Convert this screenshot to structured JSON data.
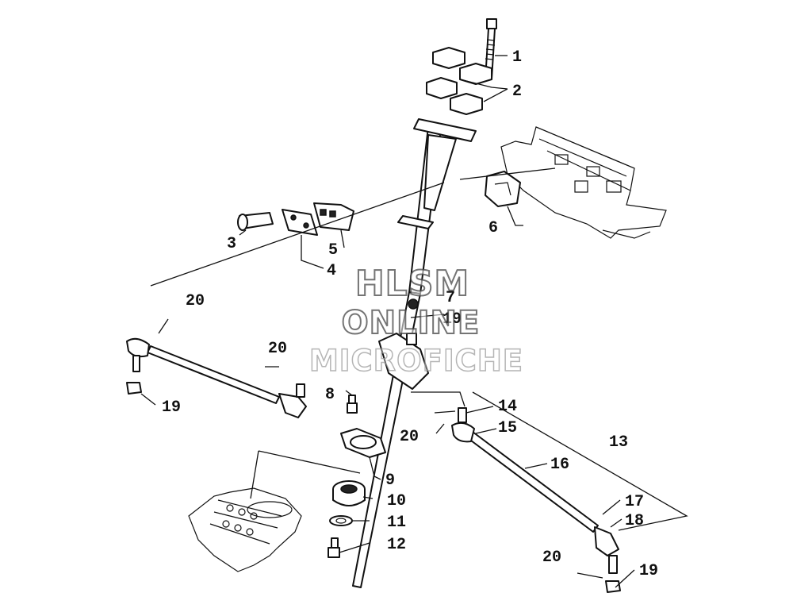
{
  "callouts": [
    {
      "id": "c1",
      "text": "1"
    },
    {
      "id": "c2",
      "text": "2"
    },
    {
      "id": "c3",
      "text": "3"
    },
    {
      "id": "c4",
      "text": "4"
    },
    {
      "id": "c5",
      "text": "5"
    },
    {
      "id": "c6",
      "text": "6"
    },
    {
      "id": "c7",
      "text": "7"
    },
    {
      "id": "c8",
      "text": "8"
    },
    {
      "id": "c9",
      "text": "9"
    },
    {
      "id": "c10",
      "text": "10"
    },
    {
      "id": "c11",
      "text": "11"
    },
    {
      "id": "c12",
      "text": "12"
    },
    {
      "id": "c13",
      "text": "13"
    },
    {
      "id": "c14",
      "text": "14"
    },
    {
      "id": "c15",
      "text": "15"
    },
    {
      "id": "c16",
      "text": "16"
    },
    {
      "id": "c17",
      "text": "17"
    },
    {
      "id": "c18",
      "text": "18"
    },
    {
      "id": "c19a",
      "text": "19"
    },
    {
      "id": "c19b",
      "text": "19"
    },
    {
      "id": "c19c",
      "text": "19"
    },
    {
      "id": "c20a",
      "text": "20"
    },
    {
      "id": "c20b",
      "text": "20"
    },
    {
      "id": "c20c",
      "text": "20"
    },
    {
      "id": "c20d",
      "text": "20"
    }
  ],
  "watermark": {
    "line1": "HLSM",
    "line2": "ONLINE",
    "line3": "MICROFICHE"
  },
  "colors": {
    "ink": "#111111",
    "background": "#ffffff"
  }
}
